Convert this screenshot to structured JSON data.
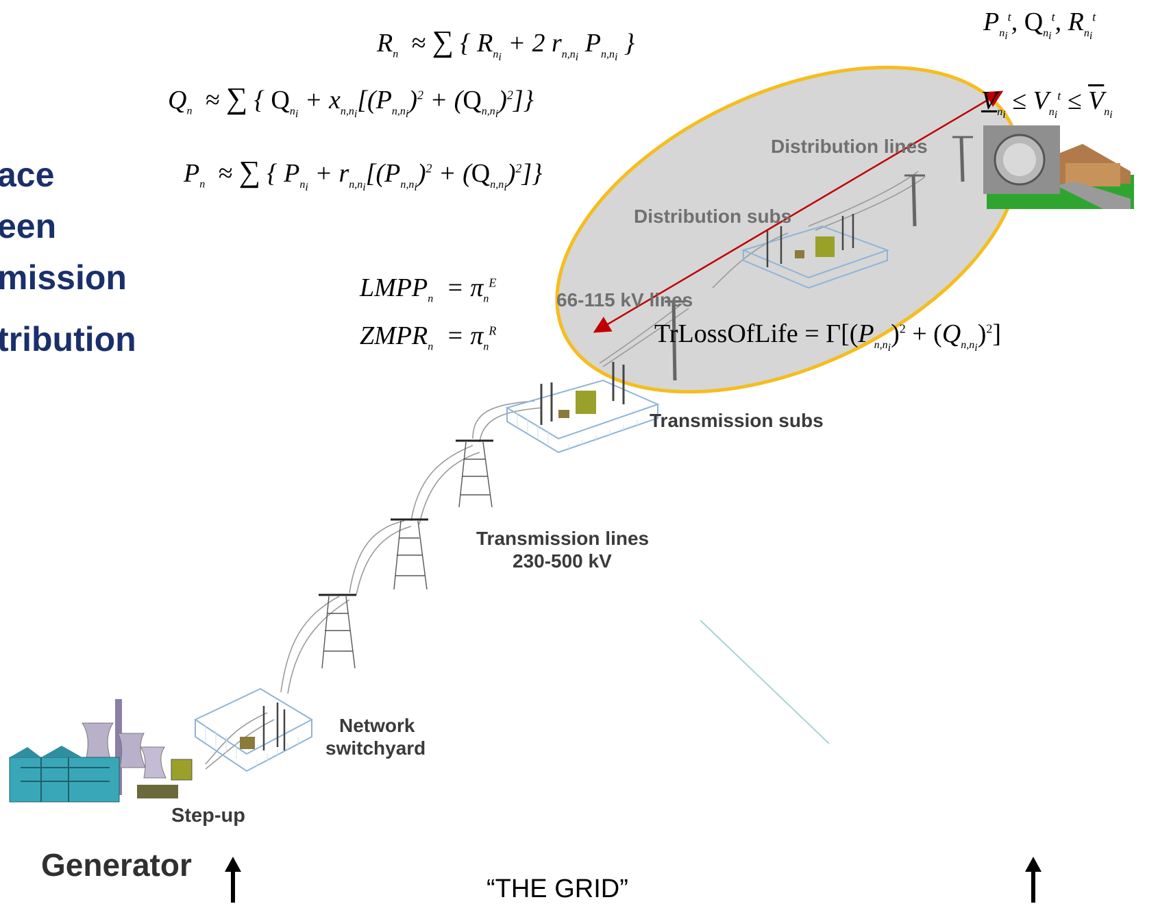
{
  "side_text": [
    "ace",
    "een",
    "mission",
    "tribution"
  ],
  "equations": {
    "r_eq": "R_n ≈ Σ_i { R_{n_i} + 2 r_{n,n_i} P_{n,n_i} }",
    "q_eq": "Q_n ≈ Σ_i { Q_{n_i} + x_{n,n_i} [(P_{n,n_i})^2 + (Q_{n,n_i})^2] }",
    "p_eq": "P_n ≈ Σ_i { P_{n_i} + r_{n,n_i} [(P_{n,n_i})^2 + (Q_{n,n_i})^2] }",
    "lmpp": "LMPP_n = π_n^E",
    "zmpr": "ZMPR_n = π_n^R",
    "trloss": "TrLossOfLife = Γ[(P_{n,n_i})^2 + (Q_{n,n_i})^2]",
    "pqr_t": "P_{n_i}^t, Q_{n_i}^t, R_{n_i}^t",
    "v_bounds": "V_{n_i} ≤ V_{n_i}^t ≤ V̄_{n_i}"
  },
  "labels": {
    "distribution_lines": "Distribution lines",
    "distribution_subs": "Distribution subs",
    "kv_lines": "66-115 kV lines",
    "transmission_subs": "Transmission subs",
    "transmission_lines_1": "Transmission lines",
    "transmission_lines_2": "230-500 kV",
    "network_1": "Network",
    "network_2": "switchyard",
    "step_up": "Step-up",
    "generator": "Generator",
    "grid": "“THE GRID”"
  },
  "colors": {
    "ellipse_fill": "#d4d4d4",
    "ellipse_stroke": "#f5bd1f",
    "arrow": "#c00000",
    "side_text": "#1b2f6b",
    "transformer": "#9aa12a"
  }
}
